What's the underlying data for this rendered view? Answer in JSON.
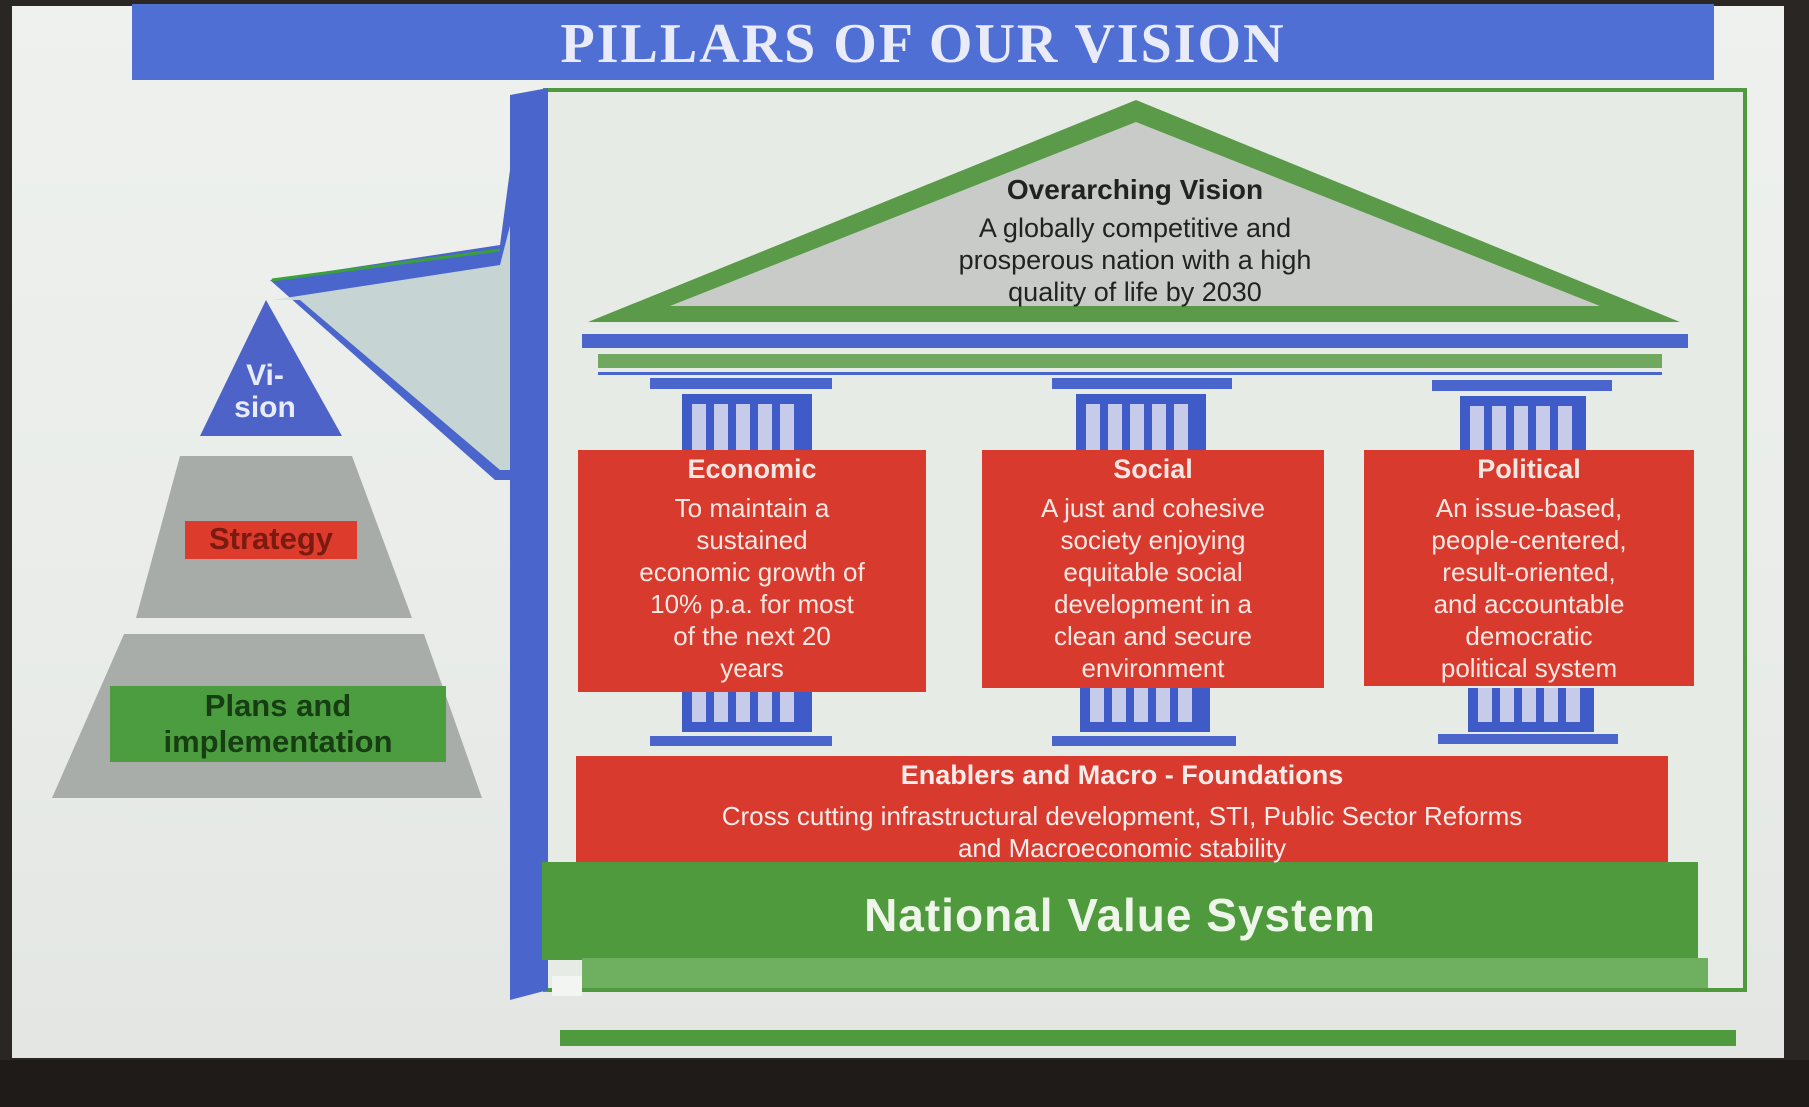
{
  "title": "PILLARS OF OUR VISION",
  "pyramid": {
    "vision": "Vi-\nsion",
    "strategy": "Strategy",
    "plans": "Plans and\nimplementation"
  },
  "roof": {
    "heading": "Overarching Vision",
    "text": "A globally competitive and\nprosperous nation with a high\nquality of life by 2030"
  },
  "pillars": [
    {
      "heading": "Economic",
      "text": "To maintain a\nsustained\neconomic growth of\n10% p.a. for most\nof the next 20\nyears"
    },
    {
      "heading": "Social",
      "text": "A just and cohesive\nsociety enjoying\nequitable social\ndevelopment in a\nclean and secure\nenvironment"
    },
    {
      "heading": "Political",
      "text": "An issue-based,\npeople-centered,\nresult-oriented,\nand accountable\ndemocratic\npolitical system"
    }
  ],
  "foundation": {
    "heading": "Enablers and Macro - Foundations",
    "text": "Cross cutting infrastructural development, STI, Public Sector Reforms\nand Macroeconomic stability"
  },
  "base": "National Value System",
  "colors": {
    "title_bar": "#4f6fd4",
    "pillar_red": "#d83a2e",
    "base_green": "#4f9a3c",
    "column_blue": "#3f5bc8"
  }
}
